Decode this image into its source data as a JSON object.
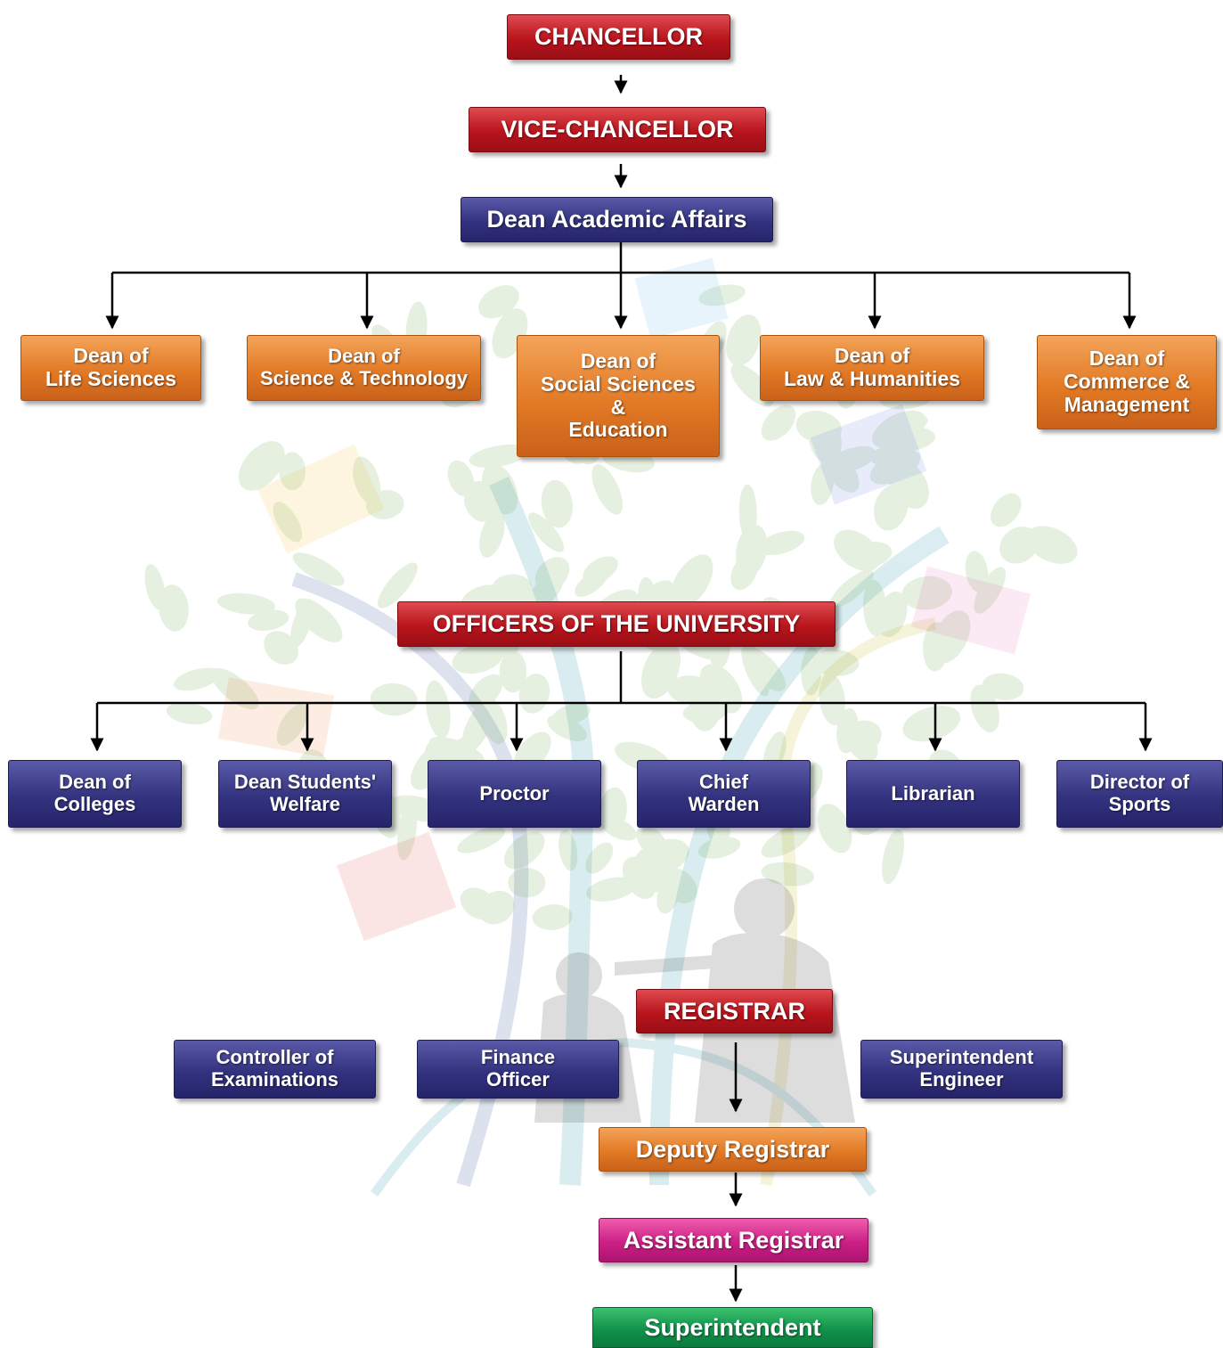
{
  "top": {
    "chancellor": "CHANCELLOR",
    "vice_chancellor": "VICE-CHANCELLOR",
    "dean_academic_affairs": "Dean Academic Affairs"
  },
  "deans": [
    [
      "Dean of",
      "Life Sciences"
    ],
    [
      "Dean of",
      "Science & Technology"
    ],
    [
      "Dean of",
      "Social Sciences",
      "&",
      "Education"
    ],
    [
      "Dean of",
      "Law & Humanities"
    ],
    [
      "Dean of",
      "Commerce &",
      "Management"
    ]
  ],
  "officers_heading": "OFFICERS OF THE UNIVERSITY",
  "officers": [
    [
      "Dean of",
      "Colleges"
    ],
    [
      "Dean Students'",
      "Welfare"
    ],
    [
      "Proctor"
    ],
    [
      "Chief",
      "Warden"
    ],
    [
      "Librarian"
    ],
    [
      "Director of",
      "Sports"
    ]
  ],
  "administration": {
    "controller": [
      "Controller of",
      "Examinations"
    ],
    "finance": [
      "Finance",
      "Officer"
    ],
    "registrar": "REGISTRAR",
    "engineer": [
      "Superintendent",
      "Engineer"
    ],
    "deputy_registrar": "Deputy Registrar",
    "assistant_registrar": "Assistant Registrar",
    "superintendent": "Superintendent"
  },
  "colors": {
    "red": "#b8141c",
    "navy": "#33327f",
    "orange": "#e27a25",
    "pink": "#cc1f85",
    "green": "#11924a",
    "connector": "#000000"
  }
}
